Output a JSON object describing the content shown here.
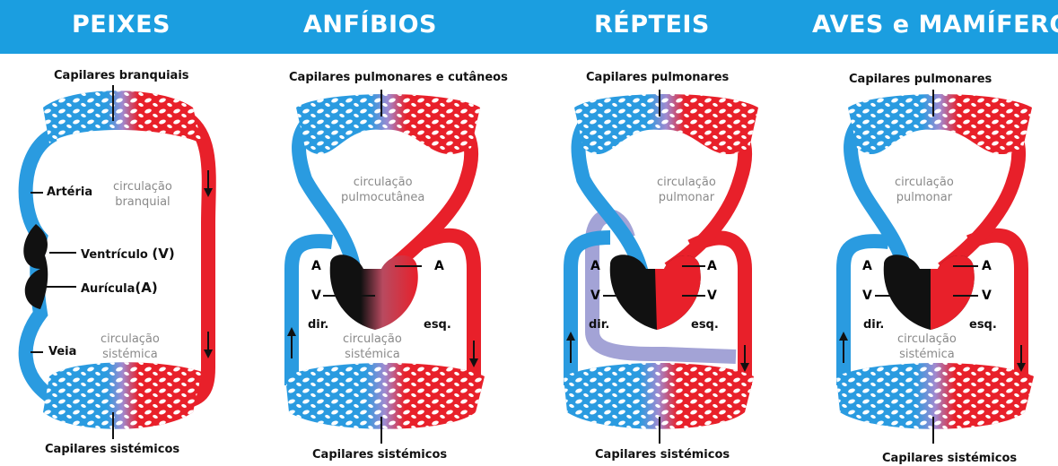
{
  "banner": {
    "titles": [
      "PEIXES",
      "ANFÍBIOS",
      "RÉPTEIS",
      "AVES e MAMÍFEROS"
    ]
  },
  "colors": {
    "banner": "#1b9ee0",
    "venous_blood": "#2a9be0",
    "arterial_blood": "#e8202a",
    "mixed_blood": "#a3a3d6",
    "heart": "#111111"
  },
  "fish": {
    "top_label": "Capilares branquiais",
    "bottom_label": "Capilares sistémicos",
    "artery_label": "Artéria",
    "ventricle_label": "Ventrículo",
    "ventricle_abbr": "(V)",
    "atrium_label": "Aurícula",
    "atrium_abbr": "(A)",
    "vein_label": "Veia",
    "circ_top": [
      "circulação",
      "branquial"
    ],
    "circ_bottom": [
      "circulação",
      "sistémica"
    ]
  },
  "amphibian": {
    "top_label": "Capilares pulmonares e cutâneos",
    "bottom_label": "Capilares sistémicos",
    "circ_top": [
      "circulação",
      "pulmocutânea"
    ],
    "circ_bottom": [
      "circulação",
      "sistémica"
    ],
    "left_label": "dir.",
    "right_label": "esq.",
    "a": "A",
    "v": "V"
  },
  "reptile": {
    "top_label": "Capilares pulmonares",
    "bottom_label": "Capilares sistémicos",
    "circ_top": [
      "circulação",
      "pulmonar"
    ],
    "left_label": "dir.",
    "right_label": "esq.",
    "a": "A",
    "v": "V"
  },
  "birds_mammals": {
    "top_label": "Capilares pulmonares",
    "bottom_label": "Capilares sistémicos",
    "circ_top": [
      "circulação",
      "pulmonar"
    ],
    "circ_bottom": [
      "circulação",
      "sistémica"
    ],
    "left_label": "dir.",
    "right_label": "esq.",
    "a": "A",
    "v": "V"
  }
}
